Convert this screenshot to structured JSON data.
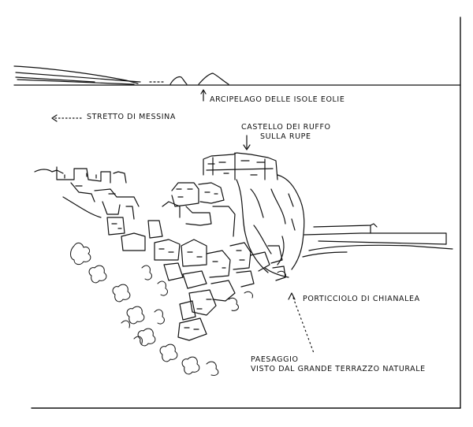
{
  "labels": {
    "arcipelago": "ARCIPELAGO DELLE ISOLE EOLIE",
    "stretto": "STRETTO DI MESSINA",
    "castello_line1": "CASTELLO DEI RUFFO",
    "castello_line2": "SULLA RUPE",
    "porticciolo": "PORTICCIOLO DI CHIANALEA",
    "paesaggio_line1": "PAESAGGIO",
    "paesaggio_line2": "VISTO DAL GRANDE TERRAZZO NATURALE"
  },
  "colors": {
    "ink": "#111111",
    "paper": "#ffffff"
  }
}
